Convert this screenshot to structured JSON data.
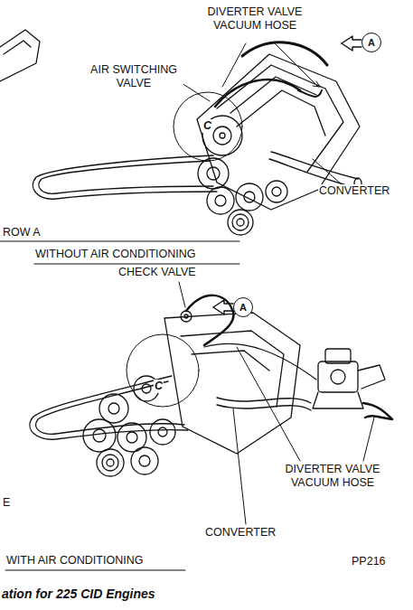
{
  "diagram": {
    "caption": "ation for 225 CID Engines",
    "nodes": [
      {
        "text": [
          "A"
        ]
      },
      {
        "text": [
          "A"
        ]
      }
    ],
    "labels": [
      "DIVERTER VALVE VACUUM HOSE",
      "AIR SWITCHING VALVE",
      "C",
      "CONVERTER",
      "ROW A",
      "WITHOUT AIR CONDITIONING",
      "CHECK VALVE",
      "C",
      "DIVERTER VALVE VACUUM HOSE",
      "E",
      "CONVERTER",
      "WITH AIR CONDITIONING",
      "PP216"
    ]
  }
}
